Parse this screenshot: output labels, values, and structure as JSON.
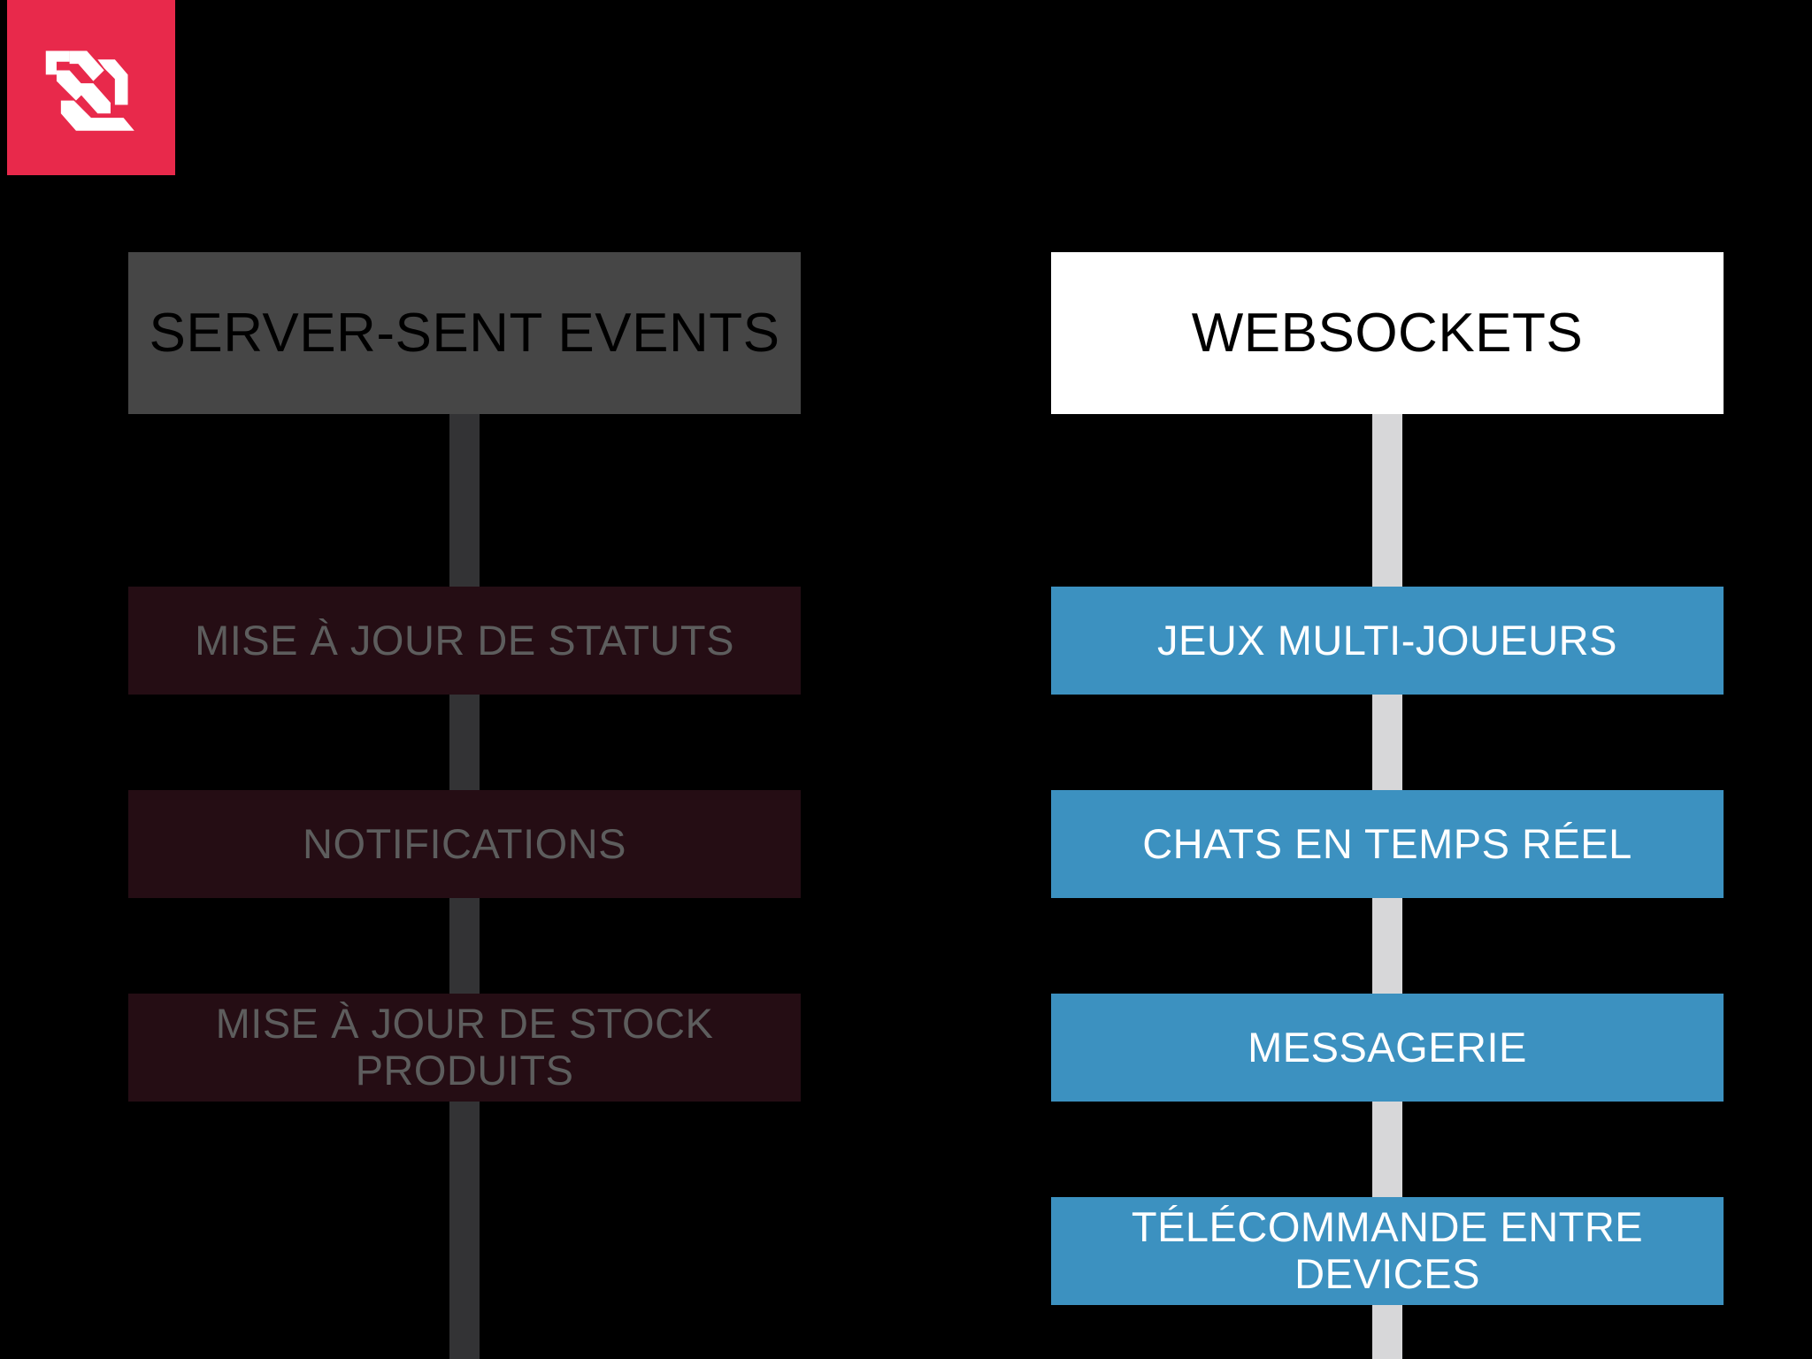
{
  "page": {
    "background_color": "#000000",
    "title_left": "SERVER-SENT EVENTS",
    "title_right": "WEBSOCKETS"
  },
  "logo": {
    "name": "brand-logo",
    "background_color": "#e8294b",
    "mark_color": "#ffffff"
  },
  "columns": [
    {
      "id": "server-sent-events",
      "header": {
        "label": "SERVER-SENT EVENTS",
        "background_color": "#464646",
        "text_color": "#000000"
      },
      "spine_color": "#333335",
      "items": [
        {
          "label": "MISE À JOUR DE STATUTS",
          "background_color": "#250d14",
          "text_color": "#5d5d5d"
        },
        {
          "label": "NOTIFICATIONS",
          "background_color": "#250d14",
          "text_color": "#5d5d5d"
        },
        {
          "label": "MISE À JOUR DE STOCK PRODUITS",
          "background_color": "#250d14",
          "text_color": "#5d5d5d"
        }
      ]
    },
    {
      "id": "websockets",
      "header": {
        "label": "WEBSOCKETS",
        "background_color": "#ffffff",
        "text_color": "#000000"
      },
      "spine_color": "#d7d7d9",
      "items": [
        {
          "label": "JEUX MULTI-JOUEURS",
          "background_color": "#3c91c0",
          "text_color": "#ffffff"
        },
        {
          "label": "CHATS EN TEMPS RÉEL",
          "background_color": "#3c91c0",
          "text_color": "#ffffff"
        },
        {
          "label": "MESSAGERIE",
          "background_color": "#3c91c0",
          "text_color": "#ffffff"
        },
        {
          "label": "TÉLÉCOMMANDE ENTRE DEVICES",
          "background_color": "#3c91c0",
          "text_color": "#ffffff"
        }
      ]
    }
  ]
}
